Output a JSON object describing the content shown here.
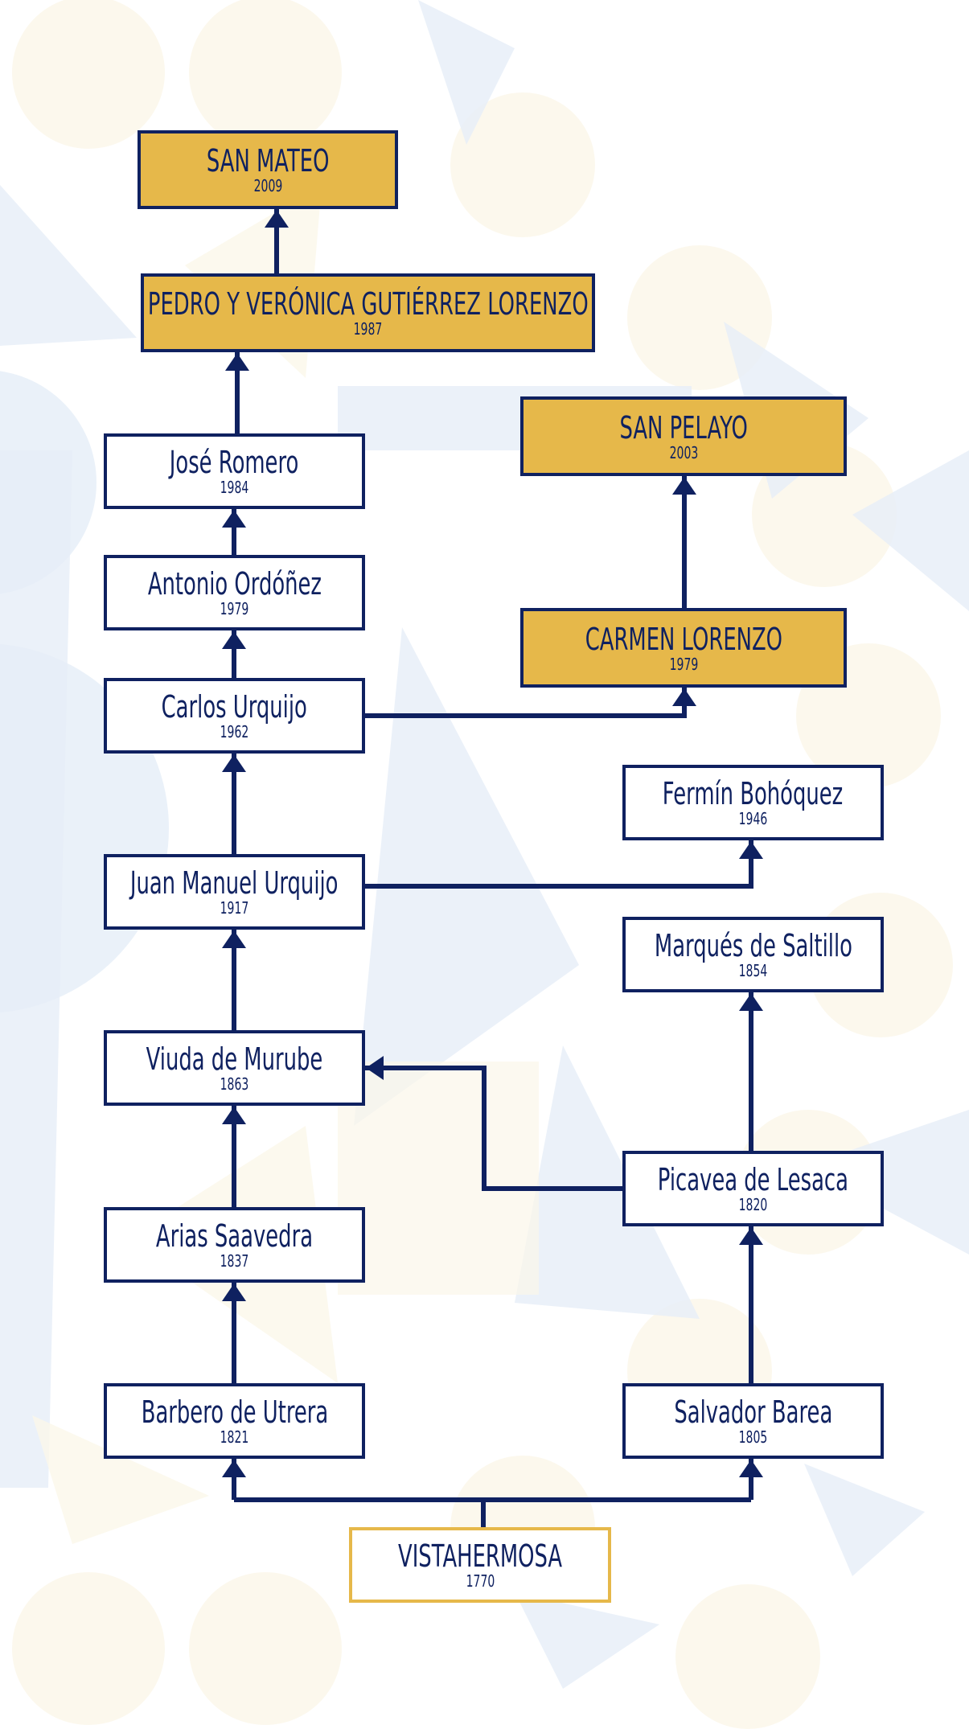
{
  "colors": {
    "navy": "#0f2160",
    "gold": "#e6b84a",
    "background": "#ffffff",
    "watermark_blue": "#e6eef8",
    "watermark_cream": "#fbf7ea"
  },
  "nodes": [
    {
      "id": "san-mateo",
      "name": "SAN MATEO",
      "year": "2009",
      "style": "gold"
    },
    {
      "id": "pedro-veronica",
      "name": "PEDRO Y VERÓNICA GUTIÉRREZ LORENZO",
      "year": "1987",
      "style": "gold"
    },
    {
      "id": "jose-romero",
      "name": "José Romero",
      "year": "1984",
      "style": "plain"
    },
    {
      "id": "antonio-ordonez",
      "name": "Antonio Ordóñez",
      "year": "1979",
      "style": "plain"
    },
    {
      "id": "carlos-urquijo",
      "name": "Carlos Urquijo",
      "year": "1962",
      "style": "plain"
    },
    {
      "id": "juan-manuel-urquijo",
      "name": "Juan Manuel Urquijo",
      "year": "1917",
      "style": "plain"
    },
    {
      "id": "viuda-de-murube",
      "name": "Viuda de Murube",
      "year": "1863",
      "style": "plain"
    },
    {
      "id": "arias-saavedra",
      "name": "Arias Saavedra",
      "year": "1837",
      "style": "plain"
    },
    {
      "id": "barbero-de-utrera",
      "name": "Barbero de Utrera",
      "year": "1821",
      "style": "plain"
    },
    {
      "id": "san-pelayo",
      "name": "SAN PELAYO",
      "year": "2003",
      "style": "gold"
    },
    {
      "id": "carmen-lorenzo",
      "name": "CARMEN LORENZO",
      "year": "1979",
      "style": "gold"
    },
    {
      "id": "fermin-bohoquez",
      "name": "Fermín Bohóquez",
      "year": "1946",
      "style": "plain"
    },
    {
      "id": "marques-de-saltillo",
      "name": "Marqués de Saltillo",
      "year": "1854",
      "style": "plain"
    },
    {
      "id": "picavea-de-lesaca",
      "name": "Picavea de Lesaca",
      "year": "1820",
      "style": "plain"
    },
    {
      "id": "salvador-barea",
      "name": "Salvador Barea",
      "year": "1805",
      "style": "plain"
    },
    {
      "id": "vistahermosa",
      "name": "VISTAHERMOSA",
      "year": "1770",
      "style": "root"
    }
  ],
  "edges": [
    {
      "from": "vistahermosa",
      "to": "barbero-de-utrera"
    },
    {
      "from": "vistahermosa",
      "to": "salvador-barea"
    },
    {
      "from": "barbero-de-utrera",
      "to": "arias-saavedra"
    },
    {
      "from": "arias-saavedra",
      "to": "viuda-de-murube"
    },
    {
      "from": "viuda-de-murube",
      "to": "juan-manuel-urquijo"
    },
    {
      "from": "juan-manuel-urquijo",
      "to": "carlos-urquijo"
    },
    {
      "from": "juan-manuel-urquijo",
      "to": "fermin-bohoquez"
    },
    {
      "from": "carlos-urquijo",
      "to": "antonio-ordonez"
    },
    {
      "from": "carlos-urquijo",
      "to": "carmen-lorenzo"
    },
    {
      "from": "antonio-ordonez",
      "to": "jose-romero"
    },
    {
      "from": "jose-romero",
      "to": "pedro-veronica"
    },
    {
      "from": "pedro-veronica",
      "to": "san-mateo"
    },
    {
      "from": "carmen-lorenzo",
      "to": "san-pelayo"
    },
    {
      "from": "salvador-barea",
      "to": "picavea-de-lesaca"
    },
    {
      "from": "picavea-de-lesaca",
      "to": "marques-de-saltillo"
    },
    {
      "from": "picavea-de-lesaca",
      "to": "viuda-de-murube"
    }
  ]
}
